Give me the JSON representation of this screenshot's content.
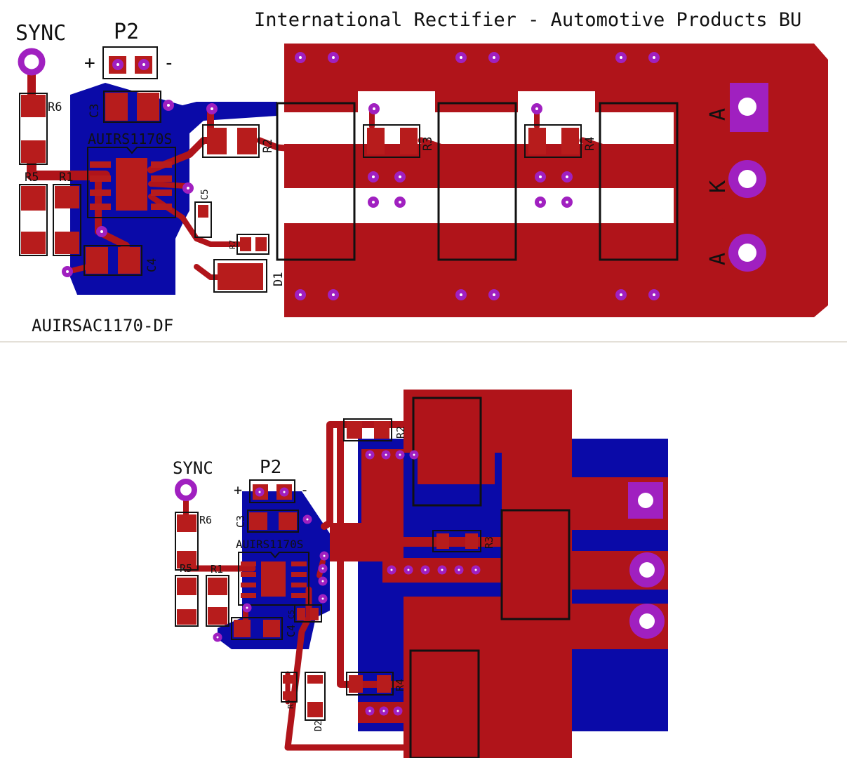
{
  "board_top": {
    "title": "International Rectifier - Automotive Products BU",
    "board_name": "AUIRSAC1170-DF",
    "labels": {
      "sync": "SYNC",
      "p2": "P2",
      "plus": "+",
      "minus": "-",
      "r6": "R6",
      "c3": "C3",
      "ic": "AUIRS1170S",
      "r5": "R5",
      "r1": "R1",
      "r2": "R2",
      "r3": "R3",
      "r4": "R4",
      "c5": "C5",
      "r7": "R7",
      "c4": "C4",
      "d1": "D1",
      "pin_a1": "A",
      "pin_k": "K",
      "pin_a2": "A"
    }
  },
  "board_bottom": {
    "labels": {
      "sync": "SYNC",
      "p2": "P2",
      "plus": "+",
      "minus": "-",
      "r6": "R6",
      "c3": "C3",
      "ic": "AUIRS1170S",
      "r5": "R5",
      "r1": "R1",
      "r2": "R2",
      "r3": "R3",
      "r4": "R4",
      "c4": "C4",
      "c5": "C5",
      "r7": "R7",
      "d2": "D2"
    }
  },
  "colors": {
    "top_copper": "#b0141a",
    "bottom_copper": "#0a0aa8",
    "via_ring": "#a020c0",
    "silkscreen": "#111111"
  }
}
